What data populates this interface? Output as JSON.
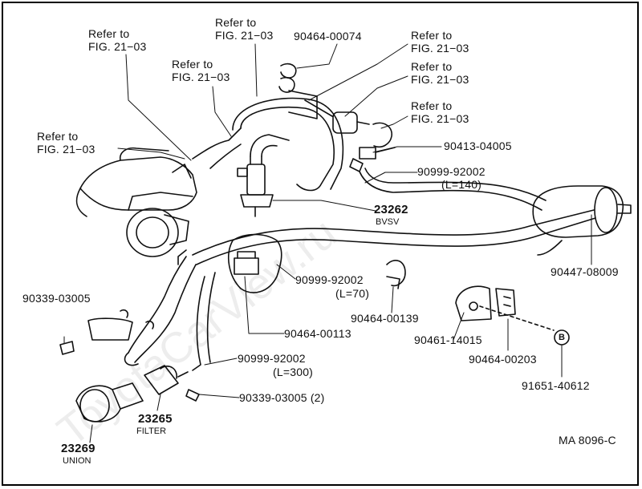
{
  "colors": {
    "ink": "#111111",
    "background": "#ffffff"
  },
  "watermark": "ToyotaCarView.ru",
  "drawing_code": "MA 8096-C",
  "callout_letter": "B",
  "refs": [
    {
      "line1": "Refer to",
      "line2": "FIG. 21−03"
    },
    {
      "line1": "Refer to",
      "line2": "FIG. 21−03"
    },
    {
      "line1": "Refer to",
      "line2": "FIG. 21−03"
    },
    {
      "line1": "Refer to",
      "line2": "FIG. 21−03"
    },
    {
      "line1": "Refer to",
      "line2": "FIG. 21−03"
    },
    {
      "line1": "Refer to",
      "line2": "FIG. 21−03"
    }
  ],
  "parts": {
    "p90464_00074": "90464-00074",
    "p90413_04005": "90413-04005",
    "p90999_92002_a": "90999-92002",
    "p90999_92002_a_len": "(L=140)",
    "p23262": "23262",
    "p23262_name": "BVSV",
    "p90447_08009": "90447-08009",
    "p90339_03005": "90339-03005",
    "p90999_92002_b": "90999-92002",
    "p90999_92002_b_len": "(L=70)",
    "p90464_00139": "90464-00139",
    "p90464_00113": "90464-00113",
    "p90461_14015": "90461-14015",
    "p90464_00203": "90464-00203",
    "p90999_92002_c": "90999-92002",
    "p90999_92002_c_len": "(L=300)",
    "p91651_40612": "91651-40612",
    "p90339_03005_2": "90339-03005 (2)",
    "p23265": "23265",
    "p23265_name": "FILTER",
    "p23269": "23269",
    "p23269_name": "UNION"
  }
}
